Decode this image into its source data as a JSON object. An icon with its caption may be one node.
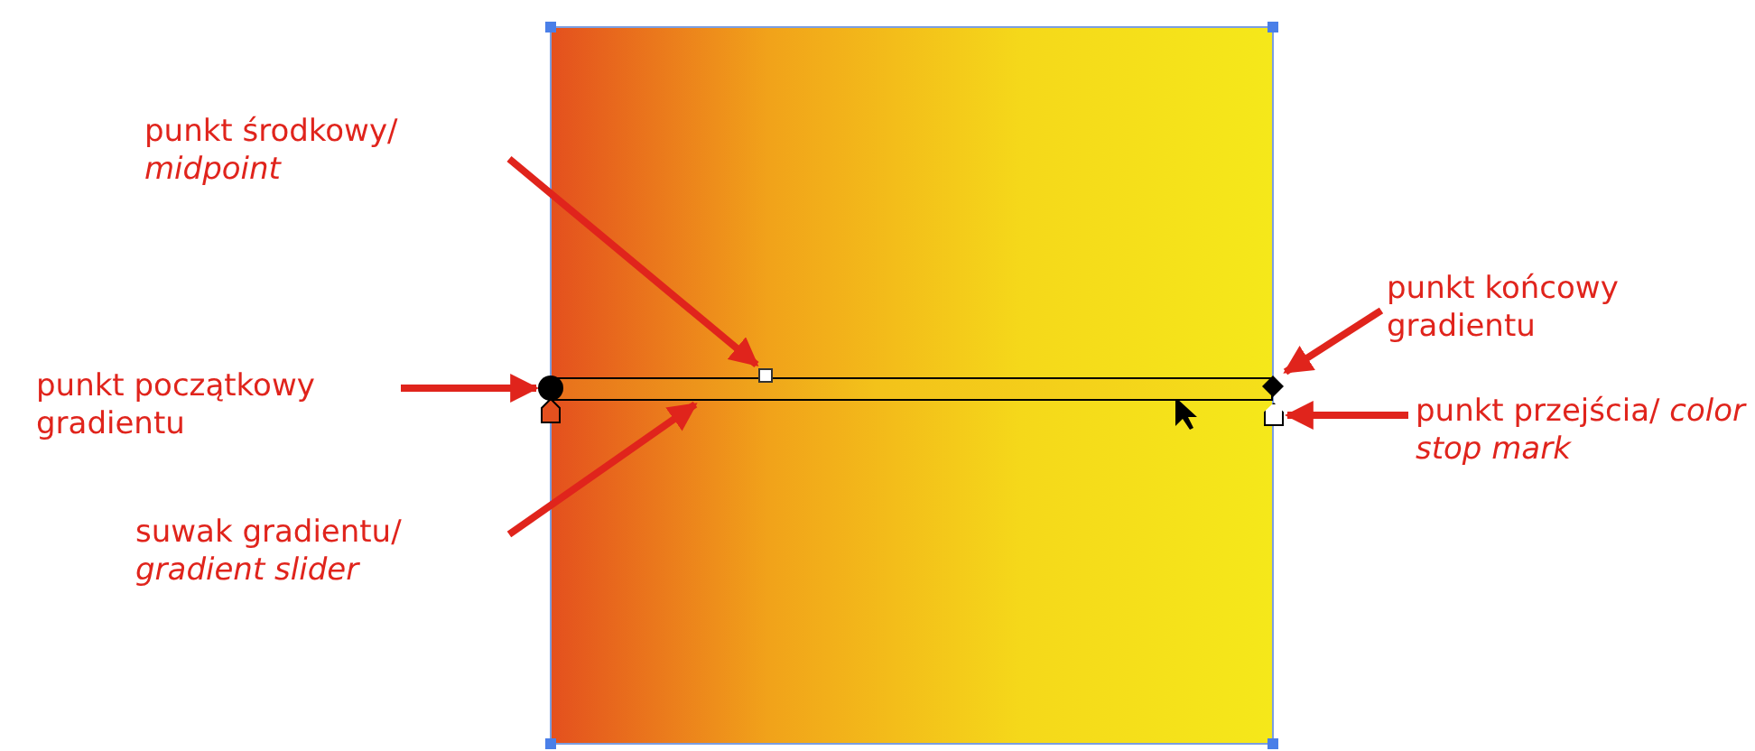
{
  "diagram": {
    "nodes": [
      {
        "text": [
          "punkt środkowy/ *midpoint*"
        ]
      },
      {
        "text": [
          "punkt końcowy gradientu"
        ]
      },
      {
        "text": [
          "punkt początkowy gradientu"
        ]
      },
      {
        "text": [
          "punkt przejścia/ *color stop mark*"
        ]
      },
      {
        "text": [
          "suwak gradientu/ *gradient slider*"
        ]
      },
      {
        "text": [],
        "shape": "box"
      },
      {
        "text": [],
        "shape": "diamond"
      },
      {
        "text": [],
        "shape": "circle"
      },
      {
        "text": [],
        "shape": "pentagon"
      },
      {
        "text": [],
        "shape": "bar"
      }
    ],
    "edges": [
      {
        "from": 0,
        "to": 5,
        "arrow": "to"
      },
      {
        "from": 1,
        "to": 6,
        "arrow": "to"
      },
      {
        "from": 2,
        "to": 7,
        "arrow": "to"
      },
      {
        "from": 3,
        "to": 8,
        "arrow": "to"
      },
      {
        "from": 4,
        "to": 9,
        "arrow": "to"
      }
    ]
  }
}
